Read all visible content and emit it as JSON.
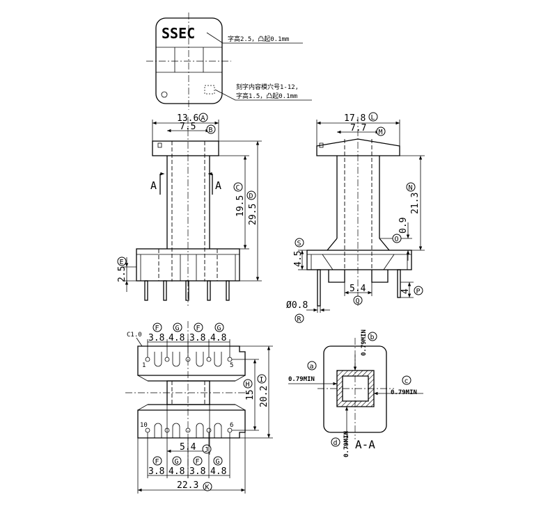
{
  "label_view": {
    "brand": "SSEC",
    "note_font": "字高2.5，凸起0.1mm",
    "note_engrave_1": "刻字内容模穴号1-12,",
    "note_engrave_2": "字高1.5，凸起0.1mm"
  },
  "front_view": {
    "dims": {
      "overall_width": "13.6",
      "top_width": "7.5",
      "bobbin_height": "19.5",
      "overall_height": "29.5",
      "pin_length": "2.5"
    },
    "refs": {
      "overall_width": "A",
      "top_width": "B",
      "bobbin_height": "C",
      "overall_height": "D",
      "pin_length": "E"
    },
    "section_mark": "A"
  },
  "side_view": {
    "dims": {
      "overall_width": "17.8",
      "top_width": "7.7",
      "winding_height": "21.3",
      "flange_gap": "0.9",
      "base_height": "4.5",
      "pin_span": "5.4",
      "pin_length": "4",
      "pin_diameter": "Ø0.8"
    },
    "refs": {
      "overall_width": "L",
      "top_width": "M",
      "winding_height": "N",
      "flange_gap": "O",
      "base_height": "S",
      "pin_span": "Q",
      "pin_length": "P",
      "pin_diameter": "R"
    }
  },
  "bottom_view": {
    "chamfer": "C1.0",
    "pitch_top": [
      "3.8",
      "4.8",
      "3.8",
      "4.8"
    ],
    "pitch_top_refs": [
      "F",
      "G",
      "F",
      "G"
    ],
    "pitch_bottom": [
      "3.8",
      "4.8",
      "3.8",
      "4.8"
    ],
    "pitch_bottom_refs": [
      "F",
      "G",
      "F",
      "G"
    ],
    "pin_labels": {
      "p1": "1",
      "p5": "5",
      "p10": "10",
      "p6": "6"
    },
    "dims": {
      "pin_row_span": "15",
      "overall_depth": "20.2",
      "center_gap": "5.4",
      "overall_width": "22.3"
    },
    "refs": {
      "pin_row_span": "H",
      "overall_depth": "I",
      "center_gap": "J",
      "overall_width": "K"
    }
  },
  "section_view": {
    "title": "A-A",
    "wall_min": "0.79MIN",
    "refs": {
      "top": "b",
      "left": "a",
      "right": "c",
      "bottom": "d"
    }
  }
}
